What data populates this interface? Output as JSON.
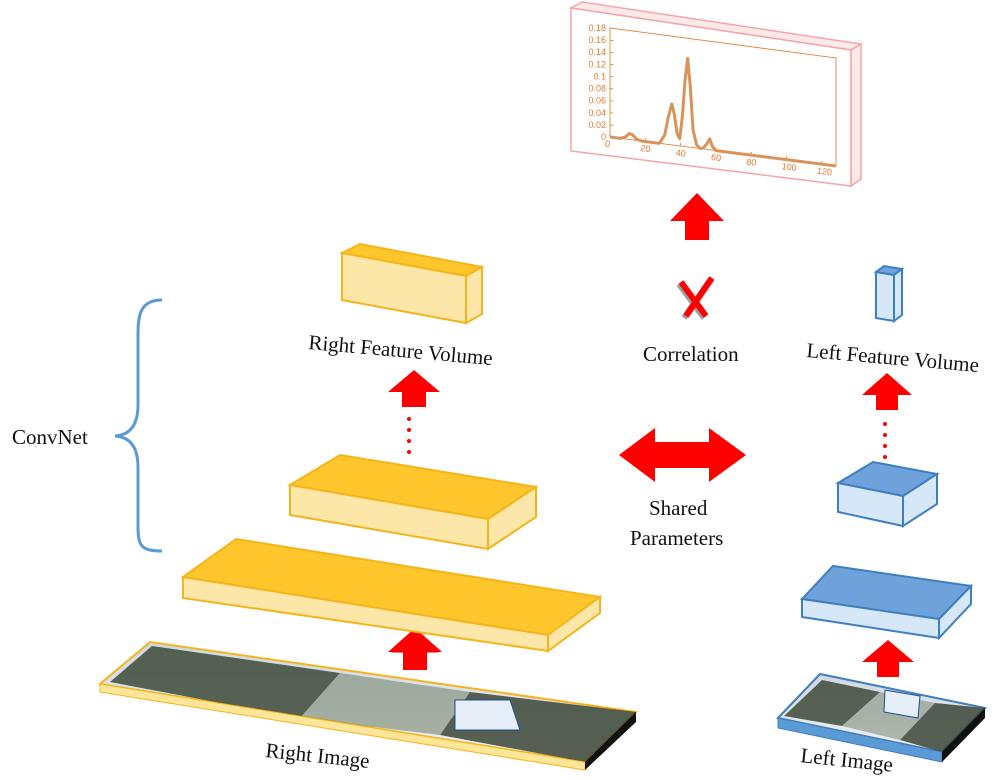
{
  "labels": {
    "convnet": "ConvNet",
    "right_feature_volume": "Right Feature Volume",
    "left_feature_volume": "Left Feature Volume",
    "correlation": "Correlation",
    "shared_line1": "Shared",
    "shared_line2": "Parameters",
    "right_image": "Right Image",
    "left_image": "Left Image"
  },
  "colors": {
    "yellow_face": "#fde7a8",
    "yellow_top": "#ffc72c",
    "yellow_edge": "#f3b51b",
    "blue_face": "#d6e7f8",
    "blue_top": "#6fa2da",
    "blue_edge": "#3f7fc0",
    "arrow_red": "#ff0000",
    "brace_blue": "#5b9bd5",
    "plot_frame": "#f4a5a5",
    "plot_line": "#d9935a"
  },
  "chart_data": {
    "type": "line",
    "title": "",
    "xlabel": "",
    "ylabel": "",
    "xlim": [
      0,
      128
    ],
    "ylim": [
      0,
      0.18
    ],
    "xticks": [
      "0",
      "20",
      "40",
      "60",
      "80",
      "100",
      "120"
    ],
    "yticks": [
      "0",
      "0.02",
      "0.04",
      "0.06",
      "0.08",
      "0.1",
      "0.12",
      "0.14",
      "0.16",
      "0.18"
    ],
    "series": [
      {
        "values": [
          [
            0,
            0
          ],
          [
            6,
            0
          ],
          [
            9,
            0.004
          ],
          [
            11,
            0.01
          ],
          [
            13,
            0.008
          ],
          [
            15,
            0.002
          ],
          [
            18,
            0
          ],
          [
            28,
            0
          ],
          [
            31,
            0.015
          ],
          [
            33,
            0.045
          ],
          [
            35,
            0.068
          ],
          [
            36.5,
            0.05
          ],
          [
            38,
            0.02
          ],
          [
            39.5,
            0.012
          ],
          [
            41,
            0.05
          ],
          [
            42.5,
            0.11
          ],
          [
            44,
            0.147
          ],
          [
            45.5,
            0.1
          ],
          [
            47,
            0.03
          ],
          [
            49,
            0.006
          ],
          [
            51,
            0
          ],
          [
            53,
            0.002
          ],
          [
            55,
            0.01
          ],
          [
            56.5,
            0.018
          ],
          [
            58,
            0.006
          ],
          [
            60,
            0
          ],
          [
            128,
            0
          ]
        ]
      }
    ]
  }
}
